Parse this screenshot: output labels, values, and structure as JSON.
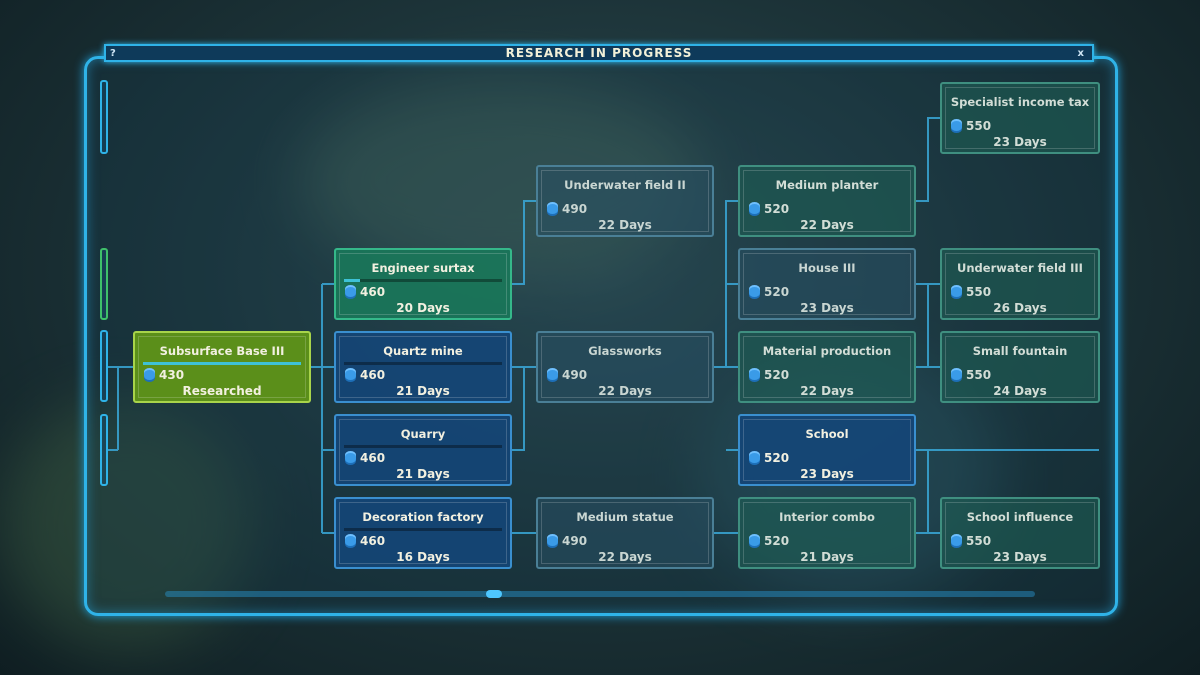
{
  "window": {
    "title": "RESEARCH IN PROGRESS",
    "help_label": "?",
    "close_label": "x"
  },
  "nodes": [
    {
      "name": "Subsurface Base III",
      "cost": "430",
      "status": "Researched",
      "progress": 1.0
    },
    {
      "name": "Engineer surtax",
      "cost": "460",
      "status": "20 Days",
      "progress": 0.1
    },
    {
      "name": "Quartz mine",
      "cost": "460",
      "status": "21 Days",
      "progress": 0
    },
    {
      "name": "Quarry",
      "cost": "460",
      "status": "21 Days",
      "progress": 0
    },
    {
      "name": "Decoration factory",
      "cost": "460",
      "status": "16 Days",
      "progress": 0
    },
    {
      "name": "Underwater field II",
      "cost": "490",
      "status": "22 Days"
    },
    {
      "name": "Glassworks",
      "cost": "490",
      "status": "22 Days"
    },
    {
      "name": "Medium statue",
      "cost": "490",
      "status": "22 Days"
    },
    {
      "name": "Medium planter",
      "cost": "520",
      "status": "22 Days"
    },
    {
      "name": "House III",
      "cost": "520",
      "status": "23 Days"
    },
    {
      "name": "Material production",
      "cost": "520",
      "status": "22 Days"
    },
    {
      "name": "School",
      "cost": "520",
      "status": "23 Days"
    },
    {
      "name": "Interior combo",
      "cost": "520",
      "status": "21 Days"
    },
    {
      "name": "Specialist income tax",
      "cost": "550",
      "status": "23 Days"
    },
    {
      "name": "Underwater field III",
      "cost": "550",
      "status": "26 Days"
    },
    {
      "name": "Small fountain",
      "cost": "550",
      "status": "24 Days"
    },
    {
      "name": "School influence",
      "cost": "550",
      "status": "23 Days"
    }
  ]
}
